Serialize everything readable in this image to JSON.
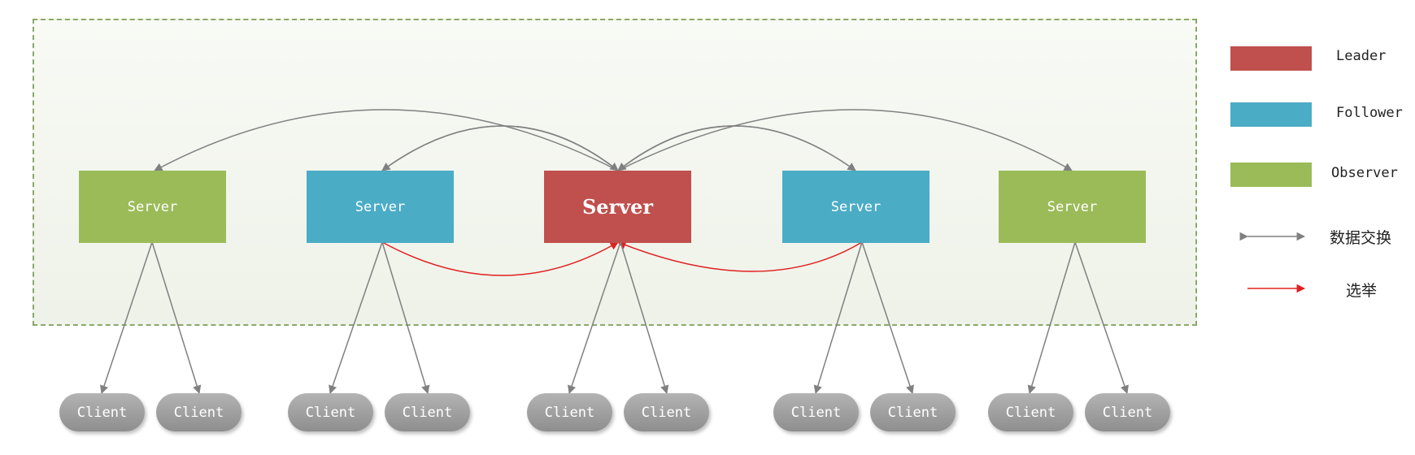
{
  "nodes": [
    {
      "label": "Server",
      "role": "observer"
    },
    {
      "label": "Server",
      "role": "follower"
    },
    {
      "label": "Server",
      "role": "leader"
    },
    {
      "label": "Server",
      "role": "follower"
    },
    {
      "label": "Server",
      "role": "observer"
    }
  ],
  "clients": [
    "Client",
    "Client",
    "Client",
    "Client",
    "Client",
    "Client",
    "Client",
    "Client",
    "Client",
    "Client"
  ],
  "legend": {
    "leader": "Leader",
    "follower": "Follower",
    "observer": "Observer",
    "data_exchange": "数据交换",
    "election": "选举"
  },
  "colors": {
    "leader": "#c0504d",
    "follower": "#4bacc6",
    "observer": "#9bbb59",
    "data_exchange_line": "#808080",
    "election_line": "#e02020"
  }
}
